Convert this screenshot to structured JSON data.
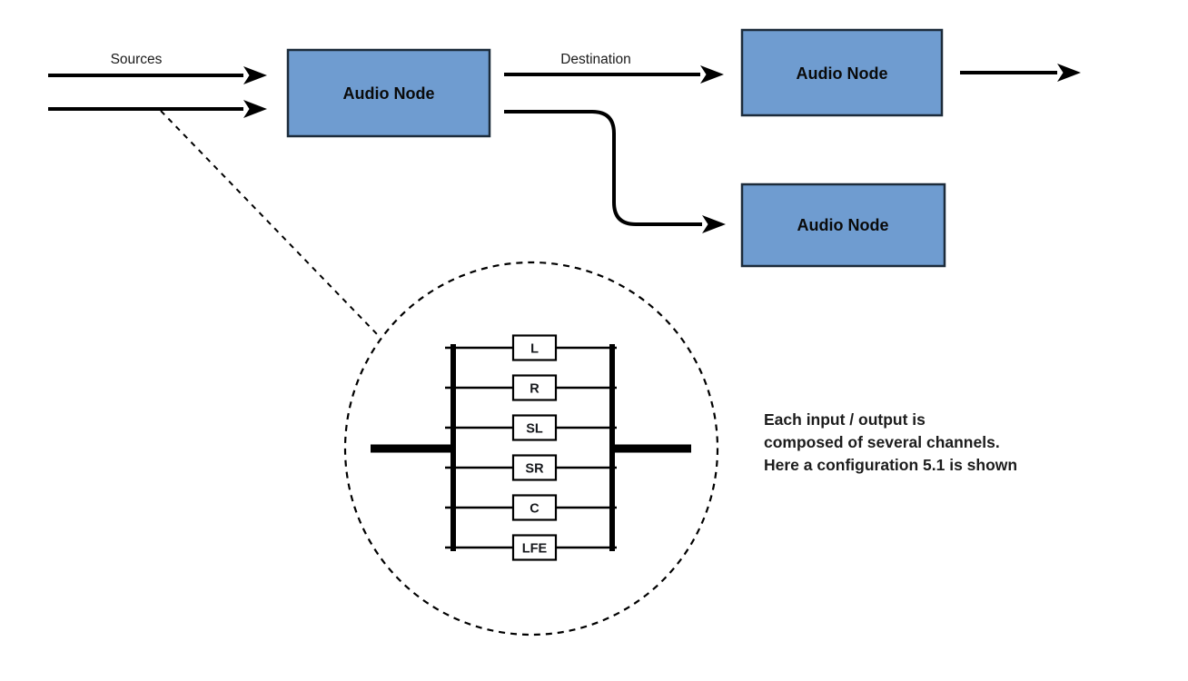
{
  "diagram": {
    "sources_label": "Sources",
    "destination_label": "Destination",
    "nodes": {
      "source": {
        "label": "Audio Node"
      },
      "destination_top": {
        "label": "Audio Node"
      },
      "destination_bottom": {
        "label": "Audio Node"
      }
    },
    "channels": [
      "L",
      "R",
      "SL",
      "SR",
      "C",
      "LFE"
    ],
    "caption_lines": [
      "Each input / output is",
      "composed of several channels.",
      "Here a configuration 5.1 is shown"
    ],
    "colors": {
      "node_fill": "#6f9cd0",
      "node_border": "#1c2b3a",
      "line": "#000000",
      "channel_box_fill": "#ffffff"
    }
  }
}
